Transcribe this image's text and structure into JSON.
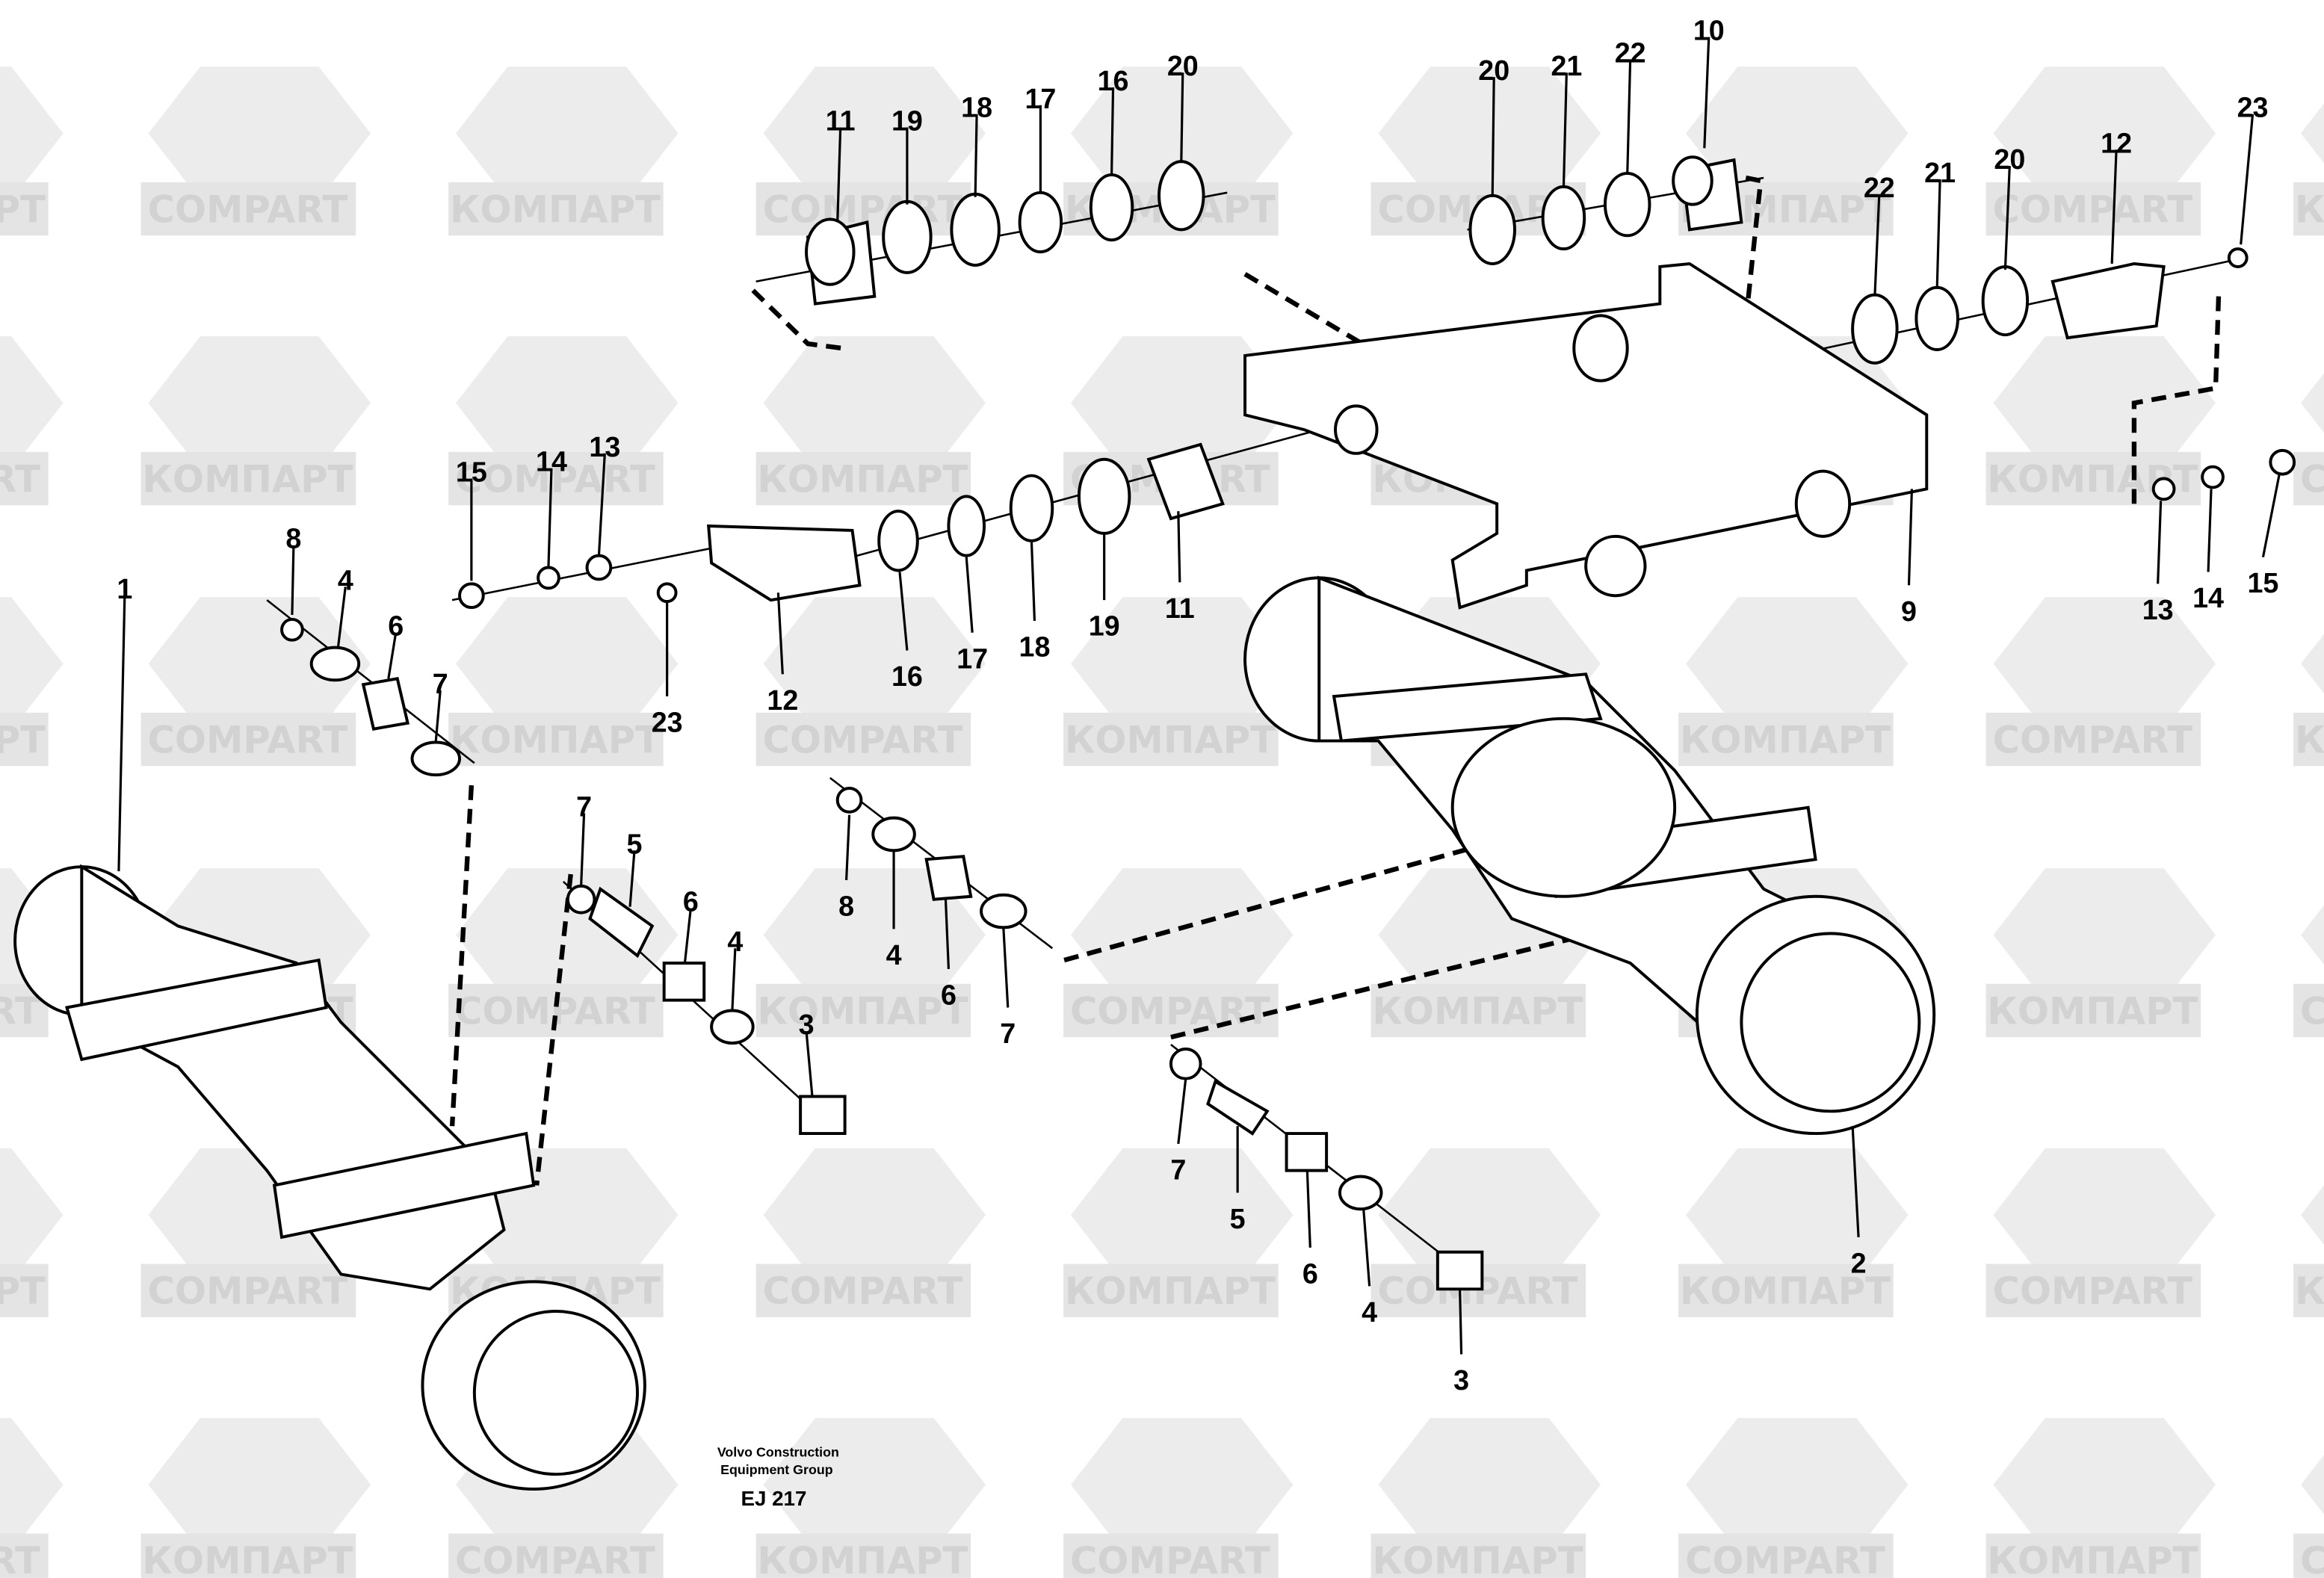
{
  "diagram": {
    "title_lines": [
      "Volvo Construction",
      "Equipment Group"
    ],
    "drawing_code": "EJ 217",
    "watermark": {
      "text_a": "COMPART",
      "text_b": "КОМПАРТ"
    },
    "callouts": [
      "11",
      "19",
      "18",
      "17",
      "16",
      "20",
      "20",
      "21",
      "22",
      "10",
      "22",
      "21",
      "20",
      "12",
      "23",
      "15",
      "14",
      "13",
      "8",
      "4",
      "6",
      "7",
      "1",
      "12",
      "23",
      "16",
      "17",
      "18",
      "19",
      "11",
      "9",
      "13",
      "14",
      "15",
      "7",
      "5",
      "6",
      "4",
      "3",
      "8",
      "4",
      "6",
      "7",
      "7",
      "5",
      "6",
      "4",
      "3",
      "2"
    ]
  }
}
